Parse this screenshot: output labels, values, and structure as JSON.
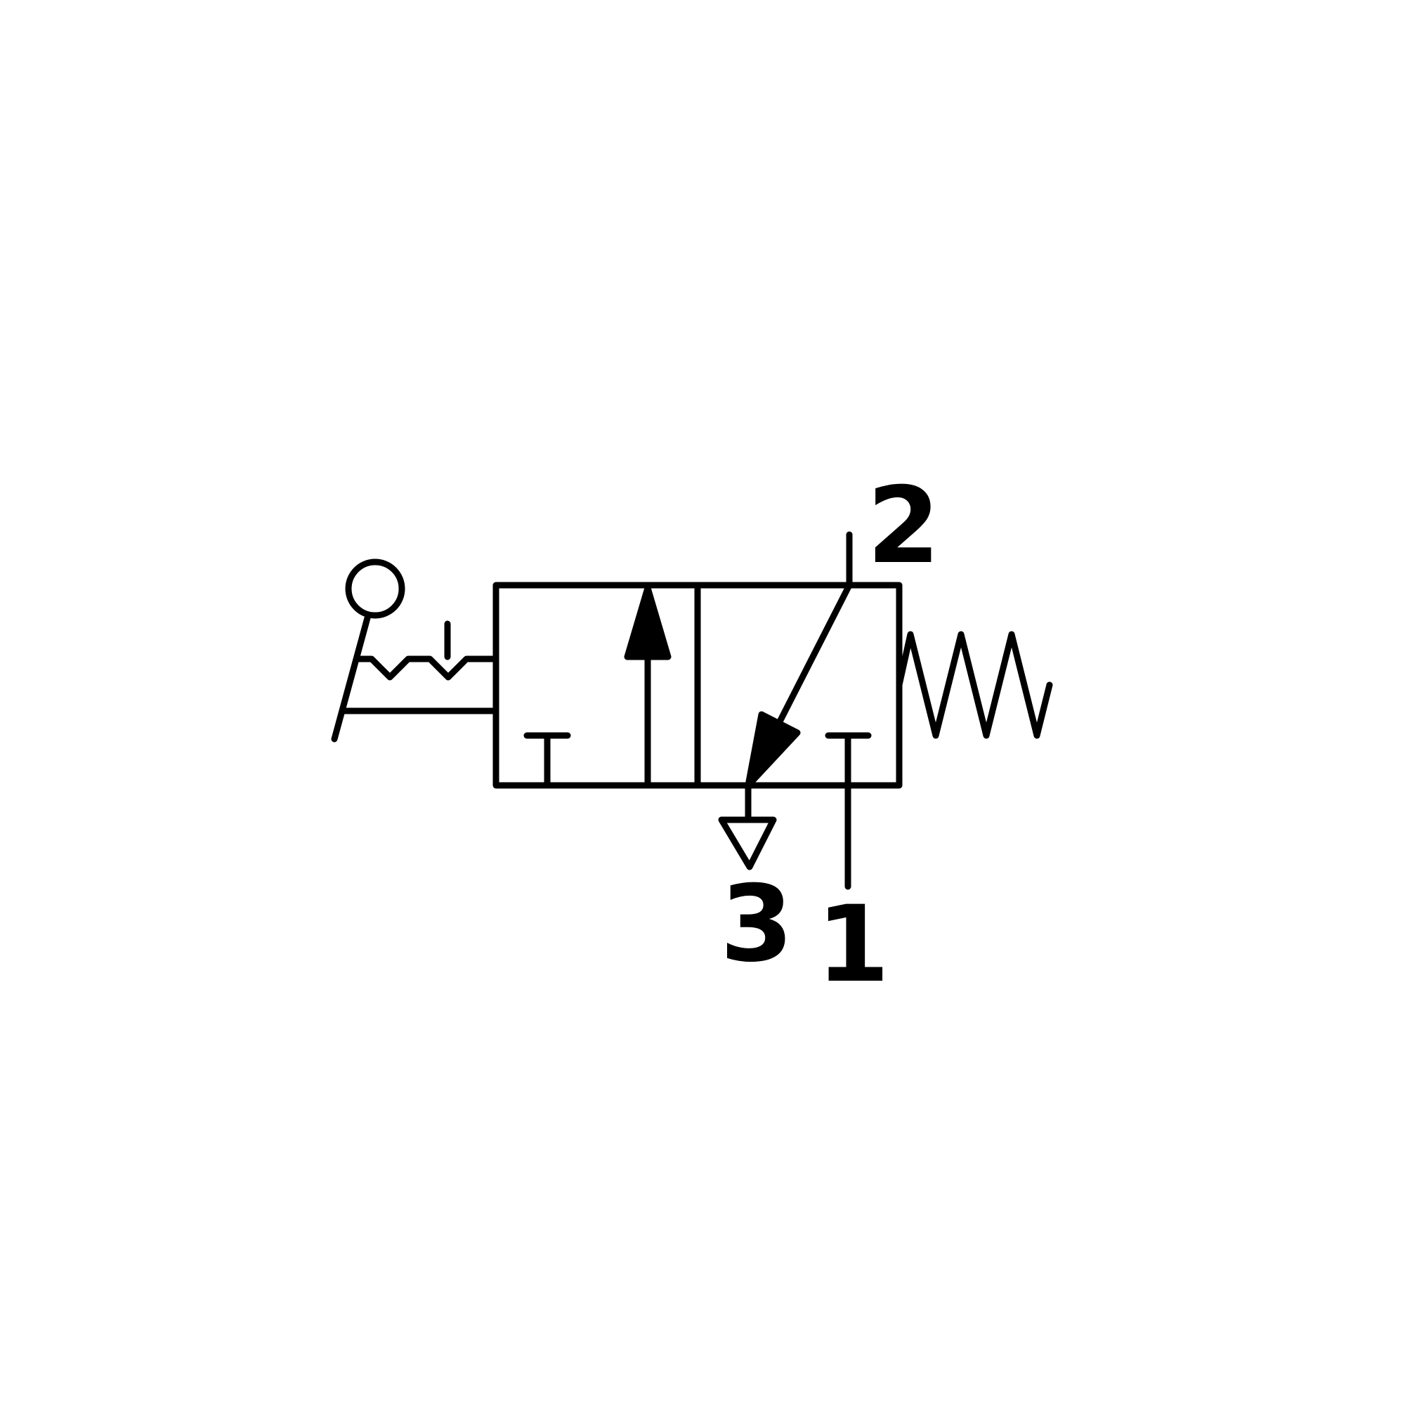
{
  "diagram": {
    "ports": {
      "port_2_label": "2",
      "port_3_label": "3",
      "port_1_label": "1"
    },
    "colors": {
      "stroke": "#000000",
      "background": "#ffffff"
    },
    "icons": {
      "actuator": "roller-lever-icon",
      "detent": "detent-notch-icon",
      "return": "spring-return-icon",
      "exhaust": "exhaust-triangle-icon"
    }
  }
}
